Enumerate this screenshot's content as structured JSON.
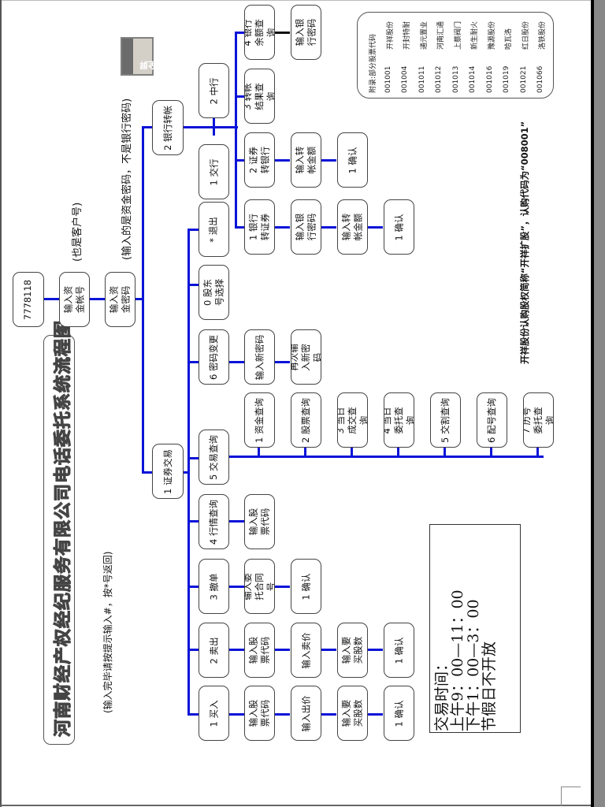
{
  "title": "河南财经产权经纪服务有限公司电话委托系统流程图",
  "toolbar": {
    "fullscreen_label": "全屏",
    "fullscreen_icon": "triangle-right-icon"
  },
  "hints": {
    "input_end": "(输入完毕请按提示输入#，按*号返回)",
    "account_note": "(也是客户号)",
    "password_note": "(输入的是资金密码，不是银行密码)"
  },
  "entry": {
    "phone": "7778118",
    "account": "输入资金帐号",
    "password": "输入资金密码"
  },
  "main_menu": {
    "securities": "1 证券交易",
    "bank_transfer": "2 银行转帐"
  },
  "securities_menu": [
    {
      "label": "1 买入",
      "steps": [
        "输入股票代码",
        "输入出价",
        "输入要买股数",
        "1 确认"
      ]
    },
    {
      "label": "2 卖出",
      "steps": [
        "输入股票代码",
        "输入卖价",
        "输入要买股数",
        "1 确认"
      ]
    },
    {
      "label": "3 撤单",
      "steps": [
        "输入委托合同号",
        "1 确认"
      ]
    },
    {
      "label": "4 行情查询",
      "steps": [
        "输入股票代码"
      ]
    },
    {
      "label": "5 交易查询",
      "steps": []
    },
    {
      "label": "6 密码变更",
      "steps": [
        "输入新密码",
        "再次输入新密码"
      ]
    },
    {
      "label": "0 股东号选择",
      "steps": []
    },
    {
      "label": "* 退出",
      "steps": []
    }
  ],
  "query_menu": [
    "1 资金查询",
    "2 股票查询",
    "3 当日成交查询",
    "4 当日委托查询",
    "5 交割查询",
    "6 配号查询",
    "7 历号委托查询"
  ],
  "banks": [
    "1 交行",
    "2 中行"
  ],
  "bank_menu": [
    {
      "label": "1 银行转证券",
      "steps": [
        "输入银行密码",
        "输入转帐金额",
        "1 确认"
      ]
    },
    {
      "label": "2 证券转银行",
      "steps": [
        "输入转帐金额",
        "1 确认"
      ]
    },
    {
      "label": "3 转帐结果查询",
      "steps": []
    },
    {
      "label": "4 银行余额查询",
      "steps": [
        "输入银行密码"
      ]
    }
  ],
  "stock_codes": {
    "heading": "附录:部分股票代码",
    "rows": [
      {
        "code": "001001",
        "name": "开祥股份"
      },
      {
        "code": "001004",
        "name": "开封特耐"
      },
      {
        "code": "001011",
        "name": "通元置业"
      },
      {
        "code": "001012",
        "name": "河南汇通"
      },
      {
        "code": "001013",
        "name": "上蔡阀门"
      },
      {
        "code": "001014",
        "name": "新生耐火"
      },
      {
        "code": "001016",
        "name": "豫源股份"
      },
      {
        "code": "001019",
        "name": "哈瓦洛"
      },
      {
        "code": "001021",
        "name": "红日股份"
      },
      {
        "code": "001066",
        "name": "洛铁股份"
      }
    ]
  },
  "notice": "开祥股份认购股权简称“开祥扩股”，认购代码为“008001”",
  "trading_hours": {
    "heading": "交易时间：",
    "morning": "上午9：00—11：00",
    "afternoon": "下午1：00—3：00",
    "holiday": "节假日不开放"
  }
}
